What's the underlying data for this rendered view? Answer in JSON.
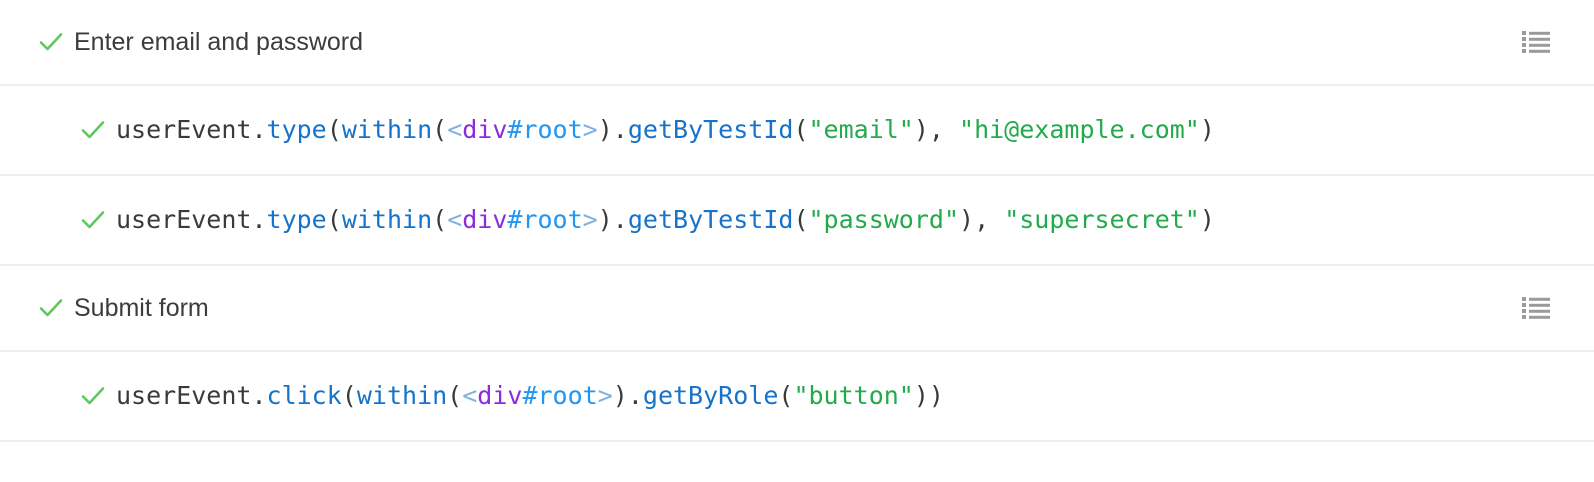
{
  "colors": {
    "check_green": "#5fc75f",
    "divider": "#ededed",
    "background": "#ffffff",
    "text": "#3c3c3c",
    "code_function": "#1673c9",
    "code_string": "#22aa4b",
    "code_tag": "#8a2be2",
    "code_id": "#2196f3",
    "icon_gray": "#9a9a9a"
  },
  "icons": {
    "check": "check-icon",
    "list": "list-icon"
  },
  "rows": [
    {
      "type": "step",
      "status": "passed",
      "label": "Enter email and password",
      "has_list_icon": true
    },
    {
      "type": "command",
      "status": "passed",
      "text": "userEvent.type(within(<div#root>).getByTestId(\"email\"), \"hi@example.com\")",
      "tokens": [
        {
          "t": "userEvent",
          "c": "plain"
        },
        {
          "t": ".",
          "c": "punct"
        },
        {
          "t": "type",
          "c": "fn"
        },
        {
          "t": "(",
          "c": "punct"
        },
        {
          "t": "within",
          "c": "fn"
        },
        {
          "t": "(",
          "c": "punct"
        },
        {
          "t": "<",
          "c": "angle"
        },
        {
          "t": "div",
          "c": "tag"
        },
        {
          "t": "#root",
          "c": "id"
        },
        {
          "t": ">",
          "c": "angle"
        },
        {
          "t": ")",
          "c": "punct"
        },
        {
          "t": ".",
          "c": "punct"
        },
        {
          "t": "getByTestId",
          "c": "fn"
        },
        {
          "t": "(",
          "c": "punct"
        },
        {
          "t": "\"email\"",
          "c": "str"
        },
        {
          "t": ")",
          "c": "punct"
        },
        {
          "t": ", ",
          "c": "punct"
        },
        {
          "t": "\"hi@example.com\"",
          "c": "str"
        },
        {
          "t": ")",
          "c": "punct"
        }
      ],
      "has_list_icon": false
    },
    {
      "type": "command",
      "status": "passed",
      "text": "userEvent.type(within(<div#root>).getByTestId(\"password\"), \"supersecret\")",
      "tokens": [
        {
          "t": "userEvent",
          "c": "plain"
        },
        {
          "t": ".",
          "c": "punct"
        },
        {
          "t": "type",
          "c": "fn"
        },
        {
          "t": "(",
          "c": "punct"
        },
        {
          "t": "within",
          "c": "fn"
        },
        {
          "t": "(",
          "c": "punct"
        },
        {
          "t": "<",
          "c": "angle"
        },
        {
          "t": "div",
          "c": "tag"
        },
        {
          "t": "#root",
          "c": "id"
        },
        {
          "t": ">",
          "c": "angle"
        },
        {
          "t": ")",
          "c": "punct"
        },
        {
          "t": ".",
          "c": "punct"
        },
        {
          "t": "getByTestId",
          "c": "fn"
        },
        {
          "t": "(",
          "c": "punct"
        },
        {
          "t": "\"password\"",
          "c": "str"
        },
        {
          "t": ")",
          "c": "punct"
        },
        {
          "t": ", ",
          "c": "punct"
        },
        {
          "t": "\"supersecret\"",
          "c": "str"
        },
        {
          "t": ")",
          "c": "punct"
        }
      ],
      "has_list_icon": false
    },
    {
      "type": "step",
      "status": "passed",
      "label": "Submit form",
      "has_list_icon": true
    },
    {
      "type": "command",
      "status": "passed",
      "text": "userEvent.click(within(<div#root>).getByRole(\"button\"))",
      "tokens": [
        {
          "t": "userEvent",
          "c": "plain"
        },
        {
          "t": ".",
          "c": "punct"
        },
        {
          "t": "click",
          "c": "fn"
        },
        {
          "t": "(",
          "c": "punct"
        },
        {
          "t": "within",
          "c": "fn"
        },
        {
          "t": "(",
          "c": "punct"
        },
        {
          "t": "<",
          "c": "angle"
        },
        {
          "t": "div",
          "c": "tag"
        },
        {
          "t": "#root",
          "c": "id"
        },
        {
          "t": ">",
          "c": "angle"
        },
        {
          "t": ")",
          "c": "punct"
        },
        {
          "t": ".",
          "c": "punct"
        },
        {
          "t": "getByRole",
          "c": "fn"
        },
        {
          "t": "(",
          "c": "punct"
        },
        {
          "t": "\"button\"",
          "c": "str"
        },
        {
          "t": ")",
          "c": "punct"
        },
        {
          "t": ")",
          "c": "punct"
        }
      ],
      "has_list_icon": false
    }
  ]
}
